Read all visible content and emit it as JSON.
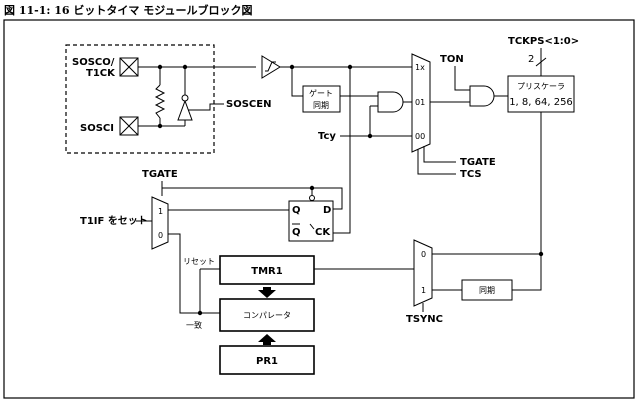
{
  "title": "図 11-1:  16 ビットタイマ モジュールブロック図",
  "labels": {
    "sosco": "SOSCO/",
    "t1ck": "T1CK",
    "sosci": "SOSCI",
    "soscen": "SOSCEN",
    "gate_sync_1": "ゲート",
    "gate_sync_2": "同期",
    "tcy": "Tcy",
    "ton": "TON",
    "tckps": "TCKPS<1:0>",
    "bus_width": "2",
    "prescaler_1": "プリスケーラ",
    "prescaler_2": "1, 8, 64, 256",
    "mux_1x": "1x",
    "mux_01": "01",
    "mux_00": "00",
    "tgate_bottom": "TGATE",
    "tcs": "TCS",
    "tgate_top": "TGATE",
    "t1if": "T1IF をセット",
    "mux_in1": "1",
    "mux_in0": "0",
    "ff_q": "Q",
    "ff_d": "D",
    "ff_qbar": "Q",
    "ff_ck": "CK",
    "reset": "リセット",
    "tmr1": "TMR1",
    "comparator": "コンパレータ",
    "match": "一致",
    "pr1": "PR1",
    "sync_mux_0": "0",
    "sync_mux_1": "1",
    "sync": "同期",
    "tsync": "TSYNC"
  }
}
